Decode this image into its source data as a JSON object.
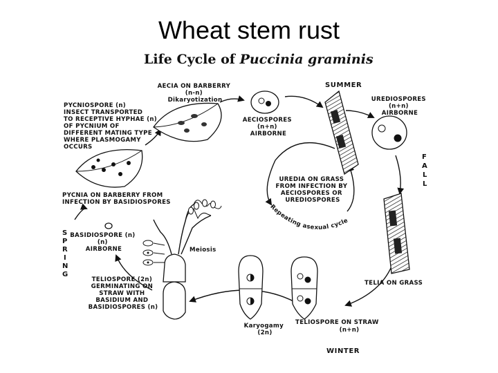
{
  "slide_title": "Wheat stem rust",
  "diagram": {
    "title_plain": "Life Cycle of ",
    "title_italic": "Puccinia graminis",
    "seasons": {
      "summer": "SUMMER",
      "fall_letters": [
        "F",
        "A",
        "L",
        "L"
      ],
      "winter": "WINTER",
      "spring_letters": [
        "S",
        "P",
        "R",
        "I",
        "N",
        "G"
      ]
    },
    "labels": {
      "aecia": [
        "AECIA ON BARBERRY",
        "(n-n)",
        "Dikaryotization"
      ],
      "pycniospore": [
        "PYCNIOSPORE (n)",
        "INSECT TRANSPORTED",
        "TO RECEPTIVE HYPHAE (n)",
        "OF PYCNIUM OF",
        "DIFFERENT MATING TYPE",
        "WHERE PLASMOGAMY",
        "OCCURS"
      ],
      "aeciospores": [
        "AECIOSPORES",
        "(n+n)",
        "AIRBORNE"
      ],
      "urediospores": [
        "UREDIOSPORES",
        "(n+n)",
        "AIRBORNE"
      ],
      "uredia": [
        "UREDIA ON GRASS",
        "FROM INFECTION BY",
        "AECIOSPORES OR",
        "UREDIOSPORES"
      ],
      "repeating": "Repeating asexual cycle",
      "pycnia": [
        "PYCNIA ON BARBERRY FROM",
        "INFECTION BY BASIDIOSPORES"
      ],
      "basidiospore": [
        "BASIDIOSPORE (n)",
        "(n)",
        "AIRBORNE"
      ],
      "meiosis": "Meiosis",
      "teliospore_germ": [
        "TELIOSPORE (2n)",
        "GERMINATING ON",
        "STRAW WITH",
        "BASIDIUM AND",
        "BASIDIOSPORES (n)"
      ],
      "telia": "TELIA ON GRASS",
      "karyogamy": [
        "Karyogamy",
        "(2n)"
      ],
      "teliospore_straw": [
        "TELIOSPORE ON STRAW",
        "(n+n)"
      ]
    }
  }
}
